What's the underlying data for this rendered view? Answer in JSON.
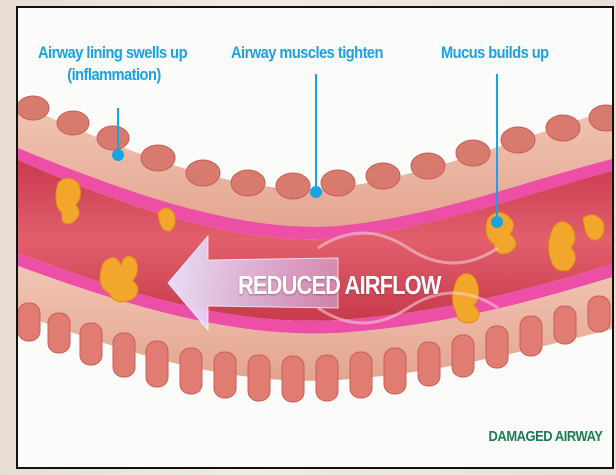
{
  "labels": {
    "lining": [
      "Airway lining swells up",
      "(inflammation)"
    ],
    "muscles": "Airway muscles tighten",
    "mucus": "Mucus builds up",
    "airflow": "REDUCED AIRFLOW",
    "footer": "DAMAGED AIRWAY"
  },
  "colors": {
    "callout": "#1aa3e0",
    "footer": "#1e7a55",
    "tissue": "#e8a796",
    "muscle_band": "#ec4fa5",
    "lumen": "#d9485f",
    "mucus": "#f3a62c"
  },
  "icons": {
    "arrow": "left-arrow-icon"
  }
}
